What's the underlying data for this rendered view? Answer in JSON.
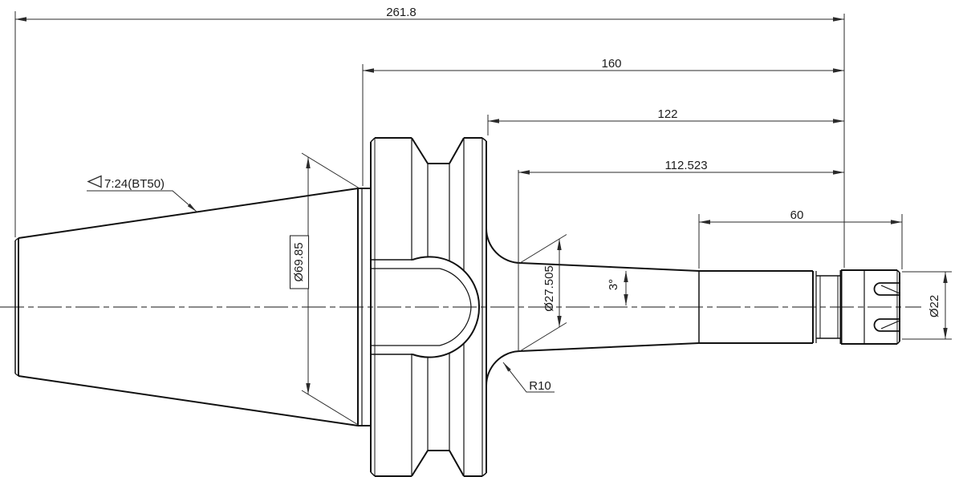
{
  "drawing": {
    "dim_overall": "261.8",
    "dim_160": "160",
    "dim_122": "122",
    "dim_112": "112.523",
    "dim_60": "60",
    "dia_gauge": "Ø69.85",
    "dia_neck": "Ø27.505",
    "angle_neck": "3°",
    "dia_nose": "Ø22",
    "radius_fillet": "R10",
    "taper_spec": "7:24(BT50)",
    "line_color": "#111111",
    "centerline_color": "#7a7a7a"
  }
}
